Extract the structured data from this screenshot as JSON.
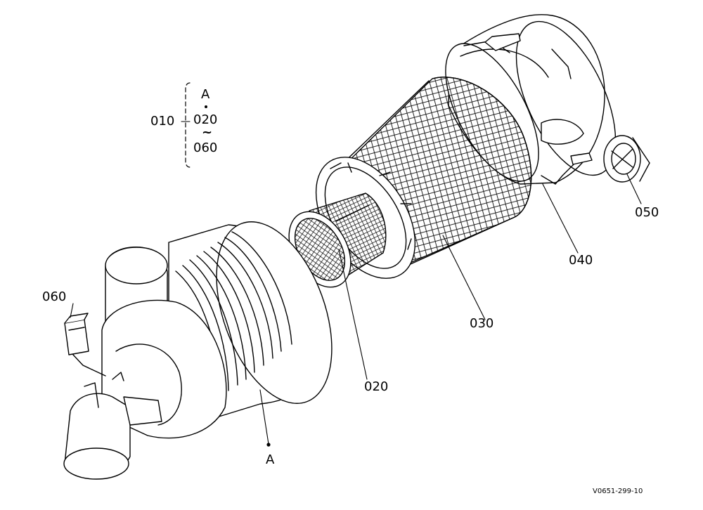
{
  "group": {
    "parent_ref": "010",
    "top_ref": "A",
    "from_ref": "020",
    "range_symbol": "~",
    "to_ref": "060"
  },
  "callouts": {
    "p020": "020",
    "p030": "030",
    "p040": "040",
    "p050": "050",
    "p060": "060",
    "pA": "A"
  },
  "drawing_code": "V0651-299-10"
}
